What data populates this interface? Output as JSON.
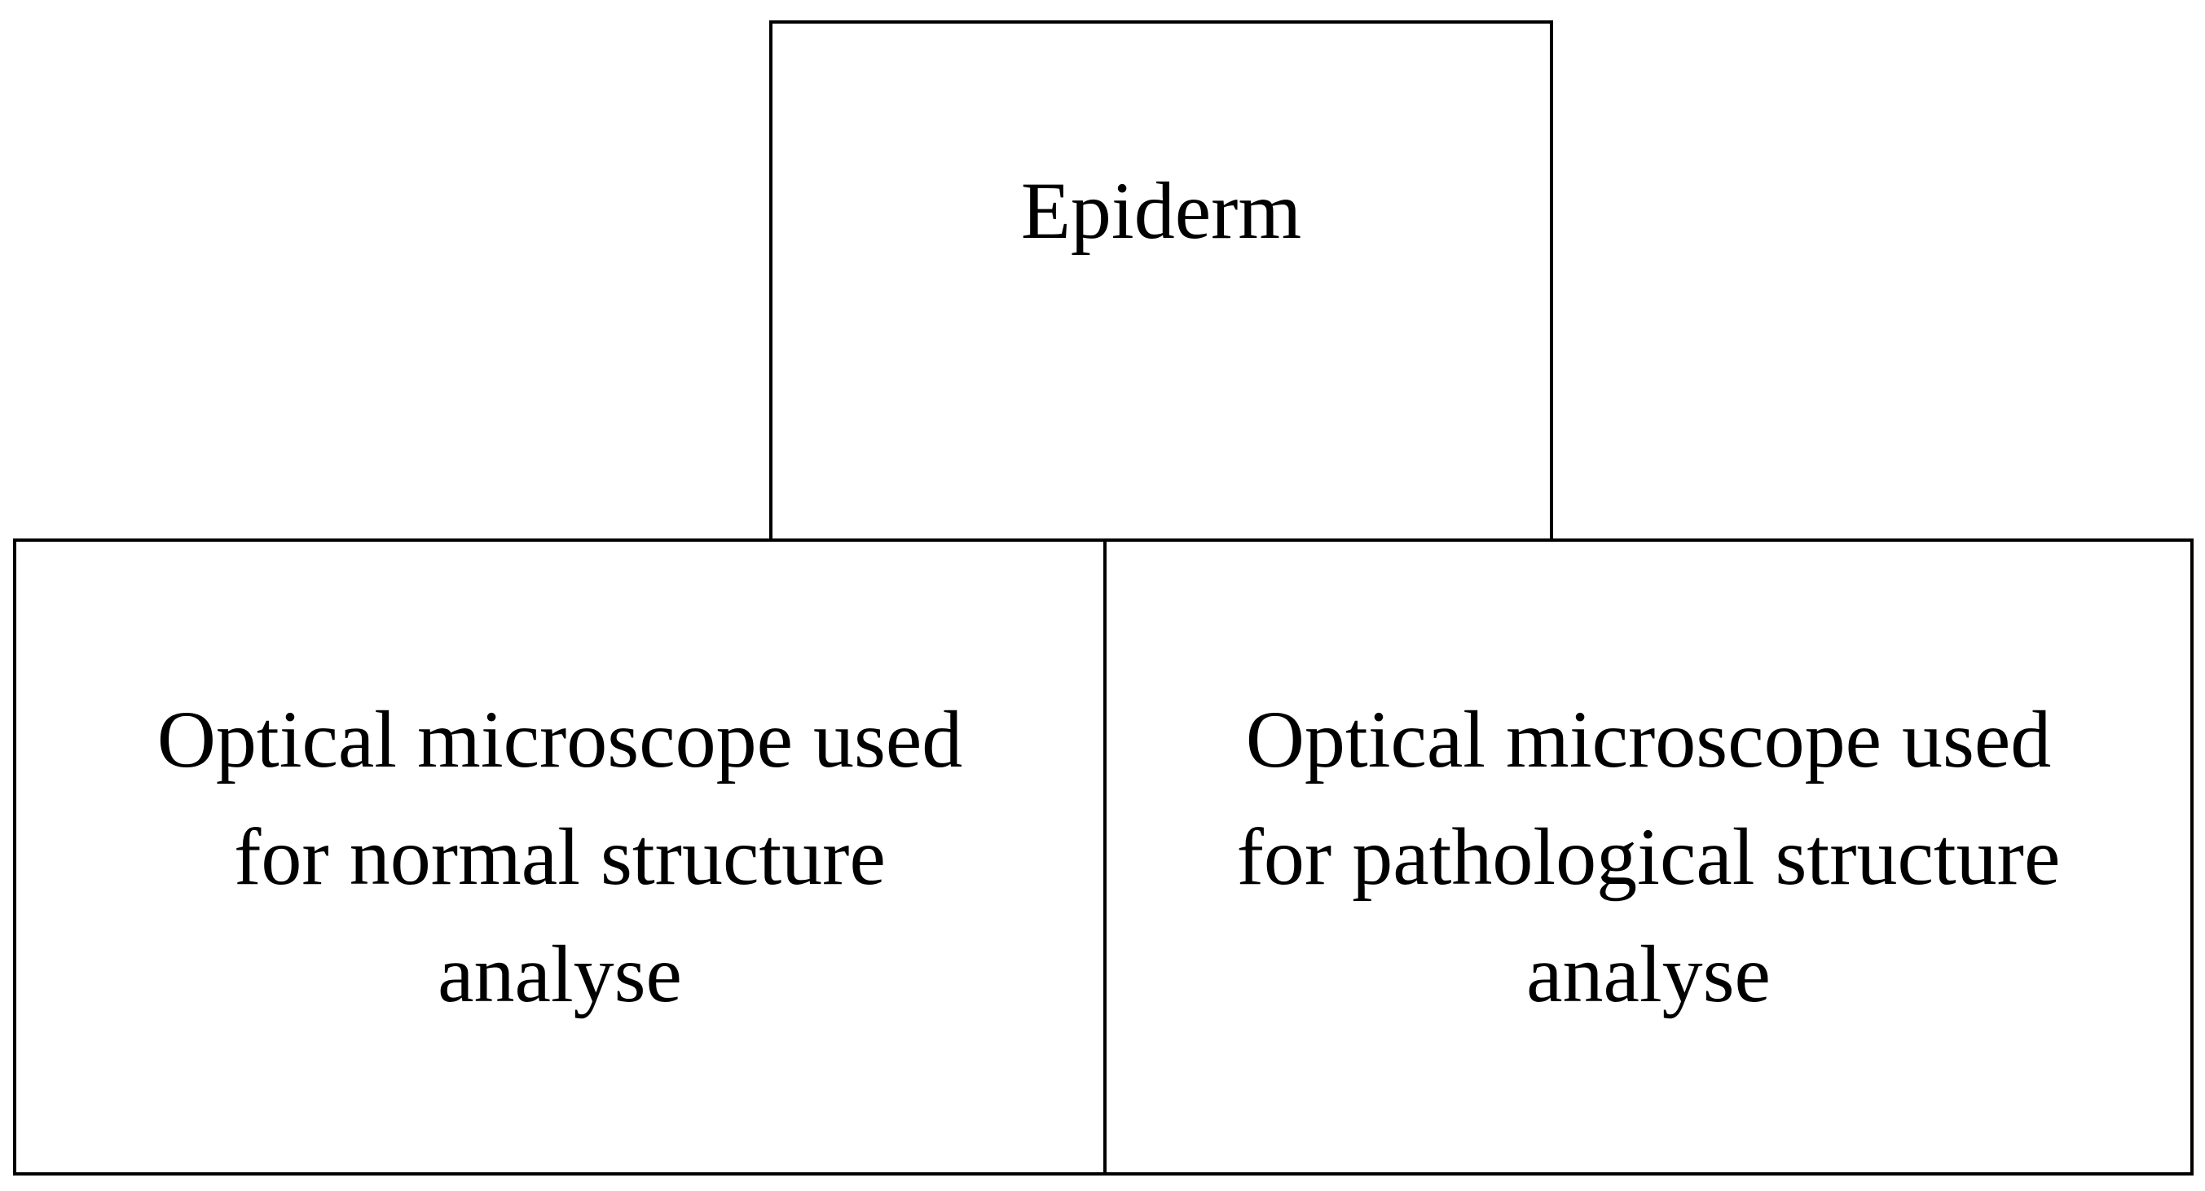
{
  "diagram": {
    "top": {
      "label": "Epiderm"
    },
    "bottom_left": {
      "label": "Optical microscope used\nfor normal structure\nanalyse"
    },
    "bottom_right": {
      "label": "Optical microscope used\nfor pathological structure\nanalyse"
    }
  }
}
